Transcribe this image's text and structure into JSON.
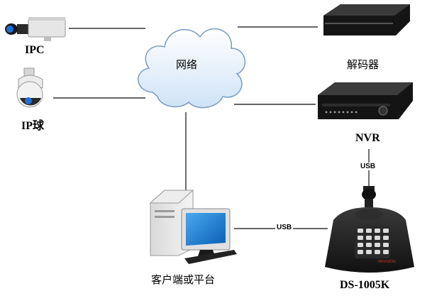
{
  "nodes": {
    "ipc": "IPC",
    "ip_dome": "IP球",
    "network": "网络",
    "decoder": "解码器",
    "nvr": "NVR",
    "client": "客户端或平台",
    "keyboard": "DS-1005K"
  },
  "links": {
    "usb_vertical": "USB",
    "usb_horizontal": "USB"
  },
  "keyboard_brand": "HIKVISION"
}
